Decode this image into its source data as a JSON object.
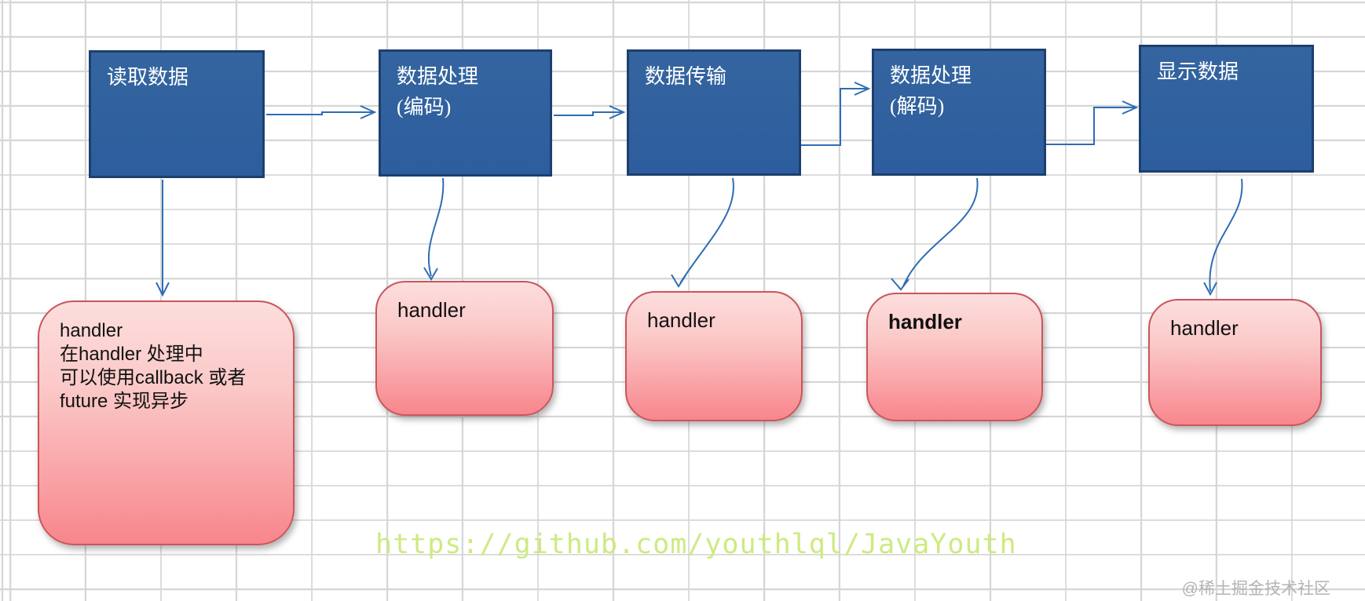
{
  "diagram": {
    "blue_boxes": [
      {
        "id": "read-data",
        "label_lines": [
          "读取数据"
        ]
      },
      {
        "id": "process-encode",
        "label_lines": [
          "数据处理",
          "(编码)"
        ]
      },
      {
        "id": "transfer-data",
        "label_lines": [
          "数据传输"
        ]
      },
      {
        "id": "process-decode",
        "label_lines": [
          "数据处理",
          "(解码)"
        ]
      },
      {
        "id": "display-data",
        "label_lines": [
          "显示数据"
        ]
      }
    ],
    "pink_boxes": [
      {
        "id": "handler-note",
        "lines": [
          "handler",
          "在handler 处理中",
          "可以使用callback 或者",
          "future 实现异步"
        ]
      },
      {
        "id": "handler-2",
        "lines": [
          "handler"
        ]
      },
      {
        "id": "handler-3",
        "lines": [
          "handler"
        ]
      },
      {
        "id": "handler-4",
        "lines": [
          "handler"
        ]
      },
      {
        "id": "handler-5",
        "lines": [
          "handler"
        ]
      }
    ],
    "colors": {
      "blue_fill": "#2f5fa3",
      "blue_border": "#1d3f6e",
      "arrow": "#2e6db4",
      "pink_top": "#fcdedd",
      "pink_bottom": "#f8868c",
      "pink_border": "#c9565c",
      "grid_line": "#d6d6d6"
    }
  },
  "watermark": {
    "url_text": "https://github.com/youthlql/JavaYouth",
    "community_label": "@稀土掘金技术社区"
  }
}
